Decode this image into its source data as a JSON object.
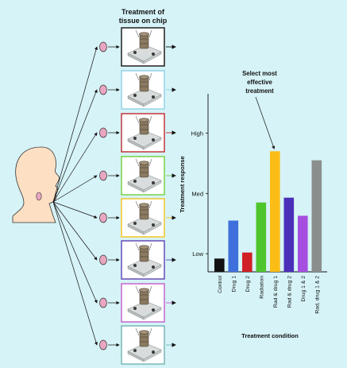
{
  "header": {
    "title_line1": "Treatment of",
    "title_line2": "tissue on chip"
  },
  "callout": {
    "line1": "Select most",
    "line2": "effective",
    "line3": "treatment"
  },
  "colors": {
    "background": "#d6f3f7",
    "tumor": "#e8a6c0",
    "skin": "#fde0c4",
    "chip_frames": [
      "#111111",
      "#8fd0e6",
      "#c0272d",
      "#6fcf3a",
      "#f3c21a",
      "#5a3fb2",
      "#c05bc8",
      "#6fb3b0"
    ]
  },
  "chips": [
    {
      "name": "control"
    },
    {
      "name": "drug-1"
    },
    {
      "name": "drug-2"
    },
    {
      "name": "radiation"
    },
    {
      "name": "rad-drug-1"
    },
    {
      "name": "rad-drug-2"
    },
    {
      "name": "drug-1-2"
    },
    {
      "name": "rad-drug-1-2"
    }
  ],
  "chart_data": {
    "type": "bar",
    "ylabel": "Treatment response",
    "xlabel": "Treatment condition",
    "yticks": [
      "Low",
      "Med",
      "High"
    ],
    "ytick_values": [
      1,
      2,
      3
    ],
    "ylim": [
      0.7,
      3.6
    ],
    "categories": [
      "Control",
      "Drug 1",
      "Drug 2",
      "Radiation",
      "Rad & drug 1",
      "Rad & drug 2",
      "Drug 1 & 2",
      "Rad, drug 1 & 2"
    ],
    "values": [
      0.92,
      1.55,
      1.02,
      1.85,
      2.7,
      1.93,
      1.63,
      2.55
    ],
    "colors": [
      "#111111",
      "#3e6fdc",
      "#d11f26",
      "#4fc52c",
      "#fbbd15",
      "#4a2fb8",
      "#a64ee0",
      "#8a8f8d"
    ]
  }
}
